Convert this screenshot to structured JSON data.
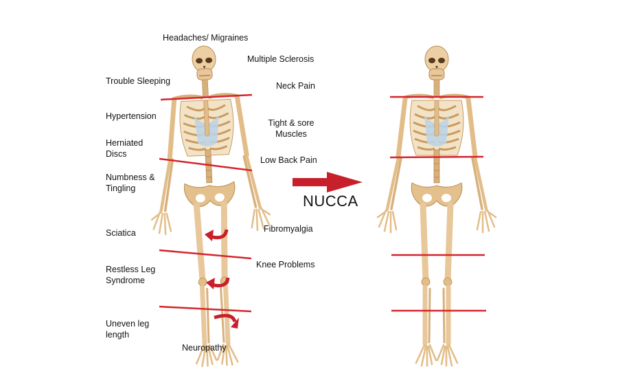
{
  "labels": {
    "headaches": "Headaches/ Migraines",
    "ms": "Multiple Sclerosis",
    "trouble_sleeping": "Trouble Sleeping",
    "neck_pain": "Neck Pain",
    "hypertension": "Hypertension",
    "tight_muscles": "Tight & sore\nMuscles",
    "herniated": "Herniated\nDiscs",
    "low_back": "Low Back Pain",
    "numbness": "Numbness &\nTingling",
    "sciatica": "Sciatica",
    "fibromyalgia": "Fibromyalgia",
    "restless": "Restless Leg\nSyndrome",
    "knee": "Knee Problems",
    "uneven": "Uneven leg\nlength",
    "neuropathy": "Neuropathy"
  },
  "arrow_label": "NUCCA",
  "colors": {
    "bone": "#e8c79a",
    "bone_dark": "#c99a5e",
    "cartilage": "#bcd3e6",
    "line_red": "#d4252c",
    "arrow_red": "#c8202a"
  }
}
